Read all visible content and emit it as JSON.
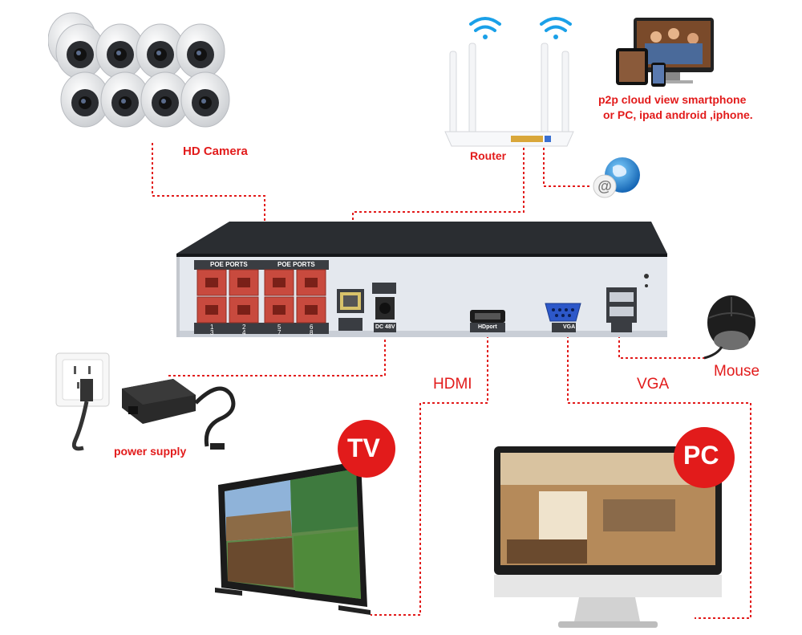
{
  "labels": {
    "hd_camera": "HD Camera",
    "router": "Router",
    "p2p_line1": "p2p cloud  view smartphone",
    "p2p_line2": "or PC, ipad android ,iphone.",
    "power_supply": "power supply",
    "hdmi": "HDMI",
    "vga": "VGA",
    "mouse": "Mouse",
    "tv_badge": "TV",
    "pc_badge": "PC"
  },
  "nvr_panel": {
    "poe_ports_left": "POE PORTS",
    "poe_ports_right": "POE PORTS",
    "port_numbers": [
      "1",
      "2",
      "3",
      "4",
      "5",
      "6",
      "7",
      "8"
    ],
    "dc_label": "DC 48V",
    "hdmi_port": "HDport",
    "vga_port": "VGA"
  },
  "colors": {
    "accent_red": "#e21b1b",
    "nvr_body": "#e4e8ee",
    "nvr_top": "#2a2d31",
    "poe_port": "#c84a3e"
  },
  "icons": [
    "dome-camera",
    "router",
    "wifi",
    "globe-email",
    "power-adapter",
    "wall-socket",
    "usb-mouse",
    "tv",
    "monitor"
  ]
}
